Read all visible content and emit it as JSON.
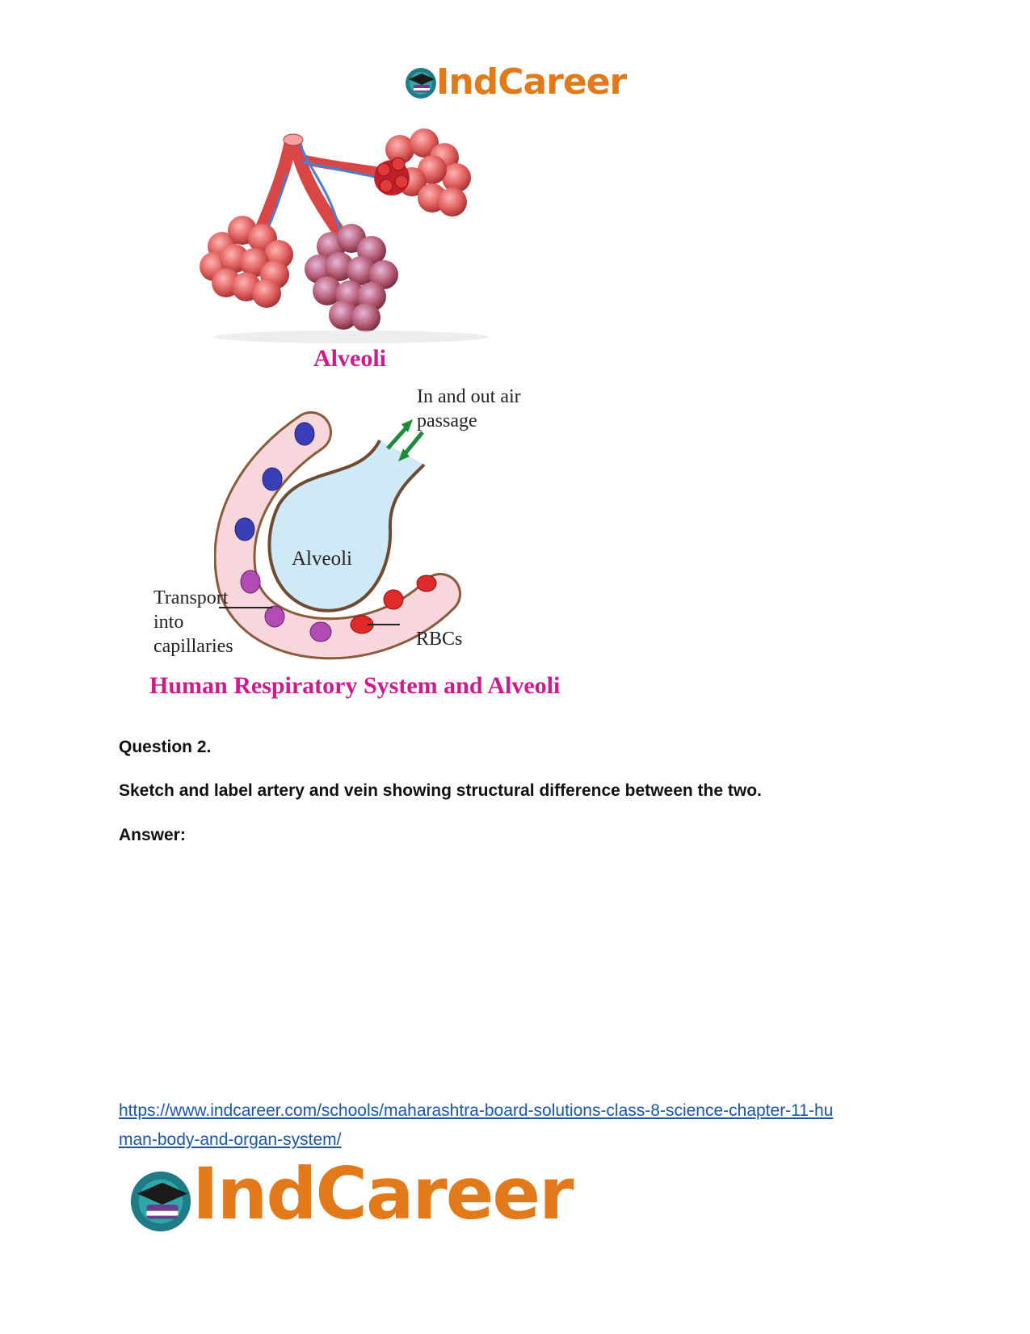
{
  "header": {
    "logo_text": "IndCareer"
  },
  "figure": {
    "alveoli_caption": "Alveoli",
    "labels": {
      "air_passage_line1": "In and out air",
      "air_passage_line2": "passage",
      "alveoli_inner": "Alveoli",
      "transport_line1": "Transport",
      "transport_line2": "into",
      "transport_line3": "capillaries",
      "rbcs": "RBCs"
    },
    "main_caption": "Human Respiratory System and Alveoli"
  },
  "content": {
    "question_title": "Question 2.",
    "question_text": "Sketch and label artery and vein showing structural difference between the two.",
    "answer_label": "Answer:"
  },
  "footer": {
    "url_line1": "https://www.indcareer.com/schools/maharashtra-board-solutions-class-8-science-chapter-11-hu",
    "url_line2": "man-body-and-organ-system/",
    "logo_text": "IndCareer"
  },
  "colors": {
    "brand_orange": "#e27a1c",
    "caption_magenta": "#d0198f",
    "link_blue": "#1a55a8"
  }
}
